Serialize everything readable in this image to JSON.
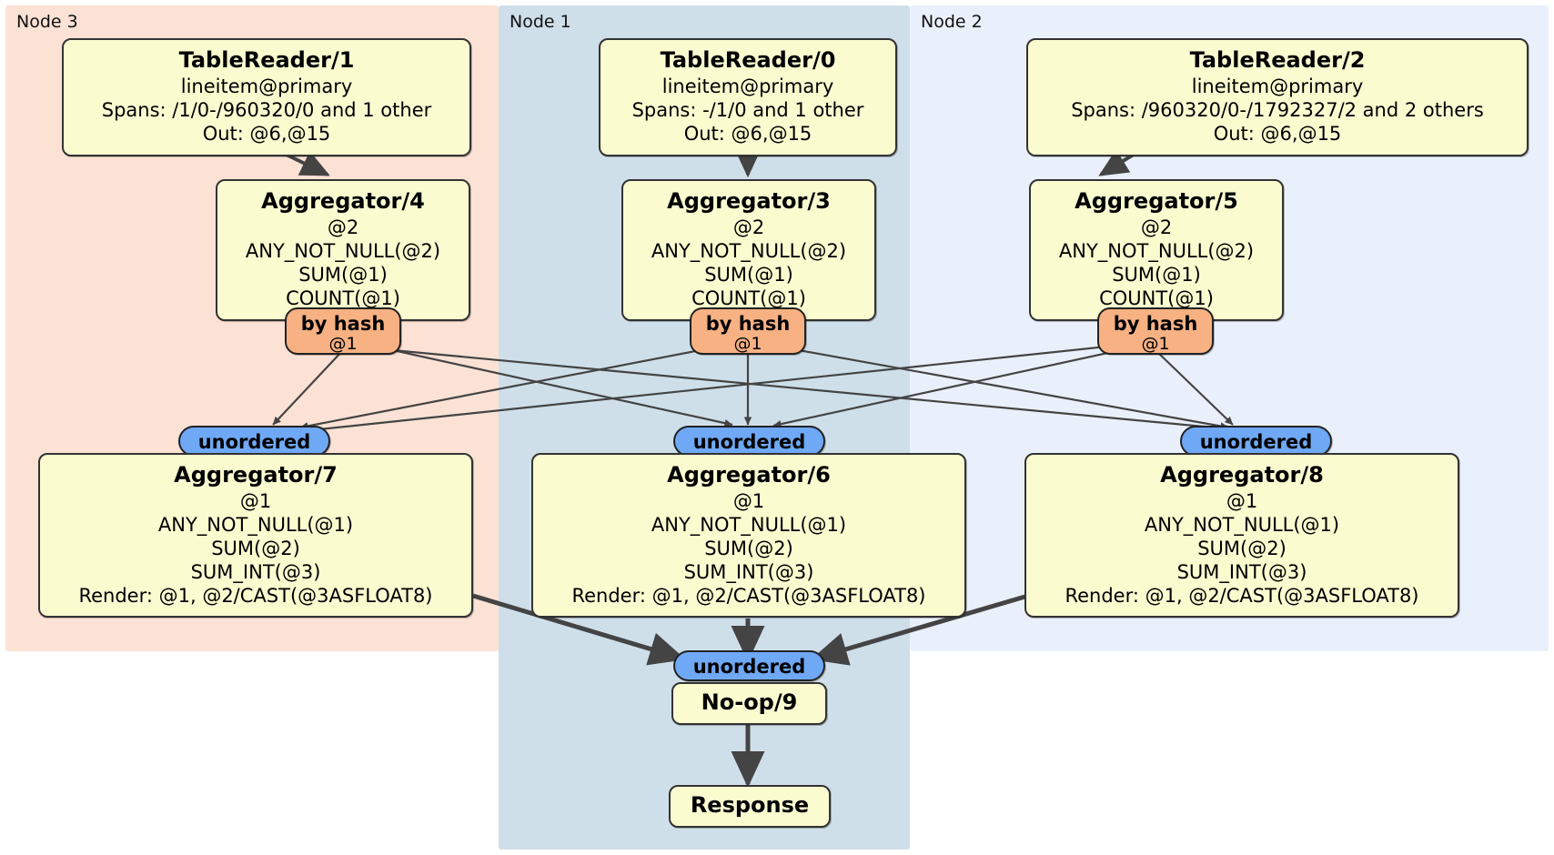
{
  "diagram": {
    "type": "distributed-query-plan",
    "colors": {
      "node3_panel": "#fbe2d5",
      "node1_panel": "#cfdfea",
      "node2_panel": "#eaf0fb",
      "processor_fill": "#fbfbd0",
      "processor_stroke": "#333333",
      "hash_router_fill": "#f7b183",
      "unordered_synchronizer_fill": "#6fa8f5",
      "edge_stroke": "#444444"
    }
  },
  "panels": [
    {
      "id": "node3",
      "label": "Node 3"
    },
    {
      "id": "node1",
      "label": "Node 1"
    },
    {
      "id": "node2",
      "label": "Node 2"
    }
  ],
  "processors": {
    "table_reader_1": {
      "title": "TableReader/1",
      "lines": [
        "lineitem@primary",
        "Spans: /1/0-/960320/0 and 1 other",
        "Out: @6,@15"
      ]
    },
    "table_reader_0": {
      "title": "TableReader/0",
      "lines": [
        "lineitem@primary",
        "Spans: -/1/0 and 1 other",
        "Out: @6,@15"
      ]
    },
    "table_reader_2": {
      "title": "TableReader/2",
      "lines": [
        "lineitem@primary",
        "Spans: /960320/0-/1792327/2 and 2 others",
        "Out: @6,@15"
      ]
    },
    "aggregator_4": {
      "title": "Aggregator/4",
      "lines": [
        "@2",
        "ANY_NOT_NULL(@2)",
        "SUM(@1)",
        "COUNT(@1)"
      ]
    },
    "aggregator_3": {
      "title": "Aggregator/3",
      "lines": [
        "@2",
        "ANY_NOT_NULL(@2)",
        "SUM(@1)",
        "COUNT(@1)"
      ]
    },
    "aggregator_5": {
      "title": "Aggregator/5",
      "lines": [
        "@2",
        "ANY_NOT_NULL(@2)",
        "SUM(@1)",
        "COUNT(@1)"
      ]
    },
    "aggregator_7": {
      "title": "Aggregator/7",
      "lines": [
        "@1",
        "ANY_NOT_NULL(@1)",
        "SUM(@2)",
        "SUM_INT(@3)",
        "Render: @1, @2/CAST(@3ASFLOAT8)"
      ]
    },
    "aggregator_6": {
      "title": "Aggregator/6",
      "lines": [
        "@1",
        "ANY_NOT_NULL(@1)",
        "SUM(@2)",
        "SUM_INT(@3)",
        "Render: @1, @2/CAST(@3ASFLOAT8)"
      ]
    },
    "aggregator_8": {
      "title": "Aggregator/8",
      "lines": [
        "@1",
        "ANY_NOT_NULL(@1)",
        "SUM(@2)",
        "SUM_INT(@3)",
        "Render: @1, @2/CAST(@3ASFLOAT8)"
      ]
    },
    "noop_9": {
      "title": "No-op/9",
      "lines": []
    },
    "response": {
      "title": "Response",
      "lines": []
    }
  },
  "routers": {
    "hash_left": {
      "label": "by hash",
      "column": "@1"
    },
    "hash_mid": {
      "label": "by hash",
      "column": "@1"
    },
    "hash_right": {
      "label": "by hash",
      "column": "@1"
    }
  },
  "synchronizers": {
    "unordered_left": {
      "label": "unordered"
    },
    "unordered_mid": {
      "label": "unordered"
    },
    "unordered_right": {
      "label": "unordered"
    },
    "unordered_final": {
      "label": "unordered"
    }
  }
}
